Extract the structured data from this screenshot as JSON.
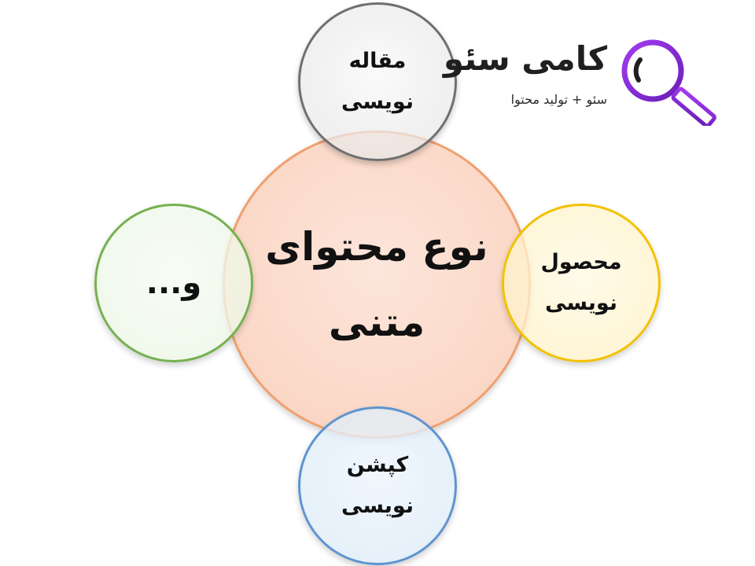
{
  "diagram": {
    "center": {
      "label": "نوع محتوای\nمتنی"
    },
    "satellites": {
      "top": {
        "label": "مقاله\nنویسی"
      },
      "right": {
        "label": "محصول\nنویسی"
      },
      "bottom": {
        "label": "کپشن\nنویسی"
      },
      "left": {
        "label": "و..."
      }
    },
    "colors": {
      "center_border": "#f0a070",
      "center_fill": "#fad2be",
      "top_border": "#6f6f6f",
      "right_border": "#f2c200",
      "bottom_border": "#5f94cf",
      "left_border": "#75b150",
      "logo_accent": "#8a2be2"
    }
  },
  "logo": {
    "wordmark": "کامی سئو",
    "tagline": "سئو + تولید محتوا",
    "icon": "magnifier-icon"
  }
}
